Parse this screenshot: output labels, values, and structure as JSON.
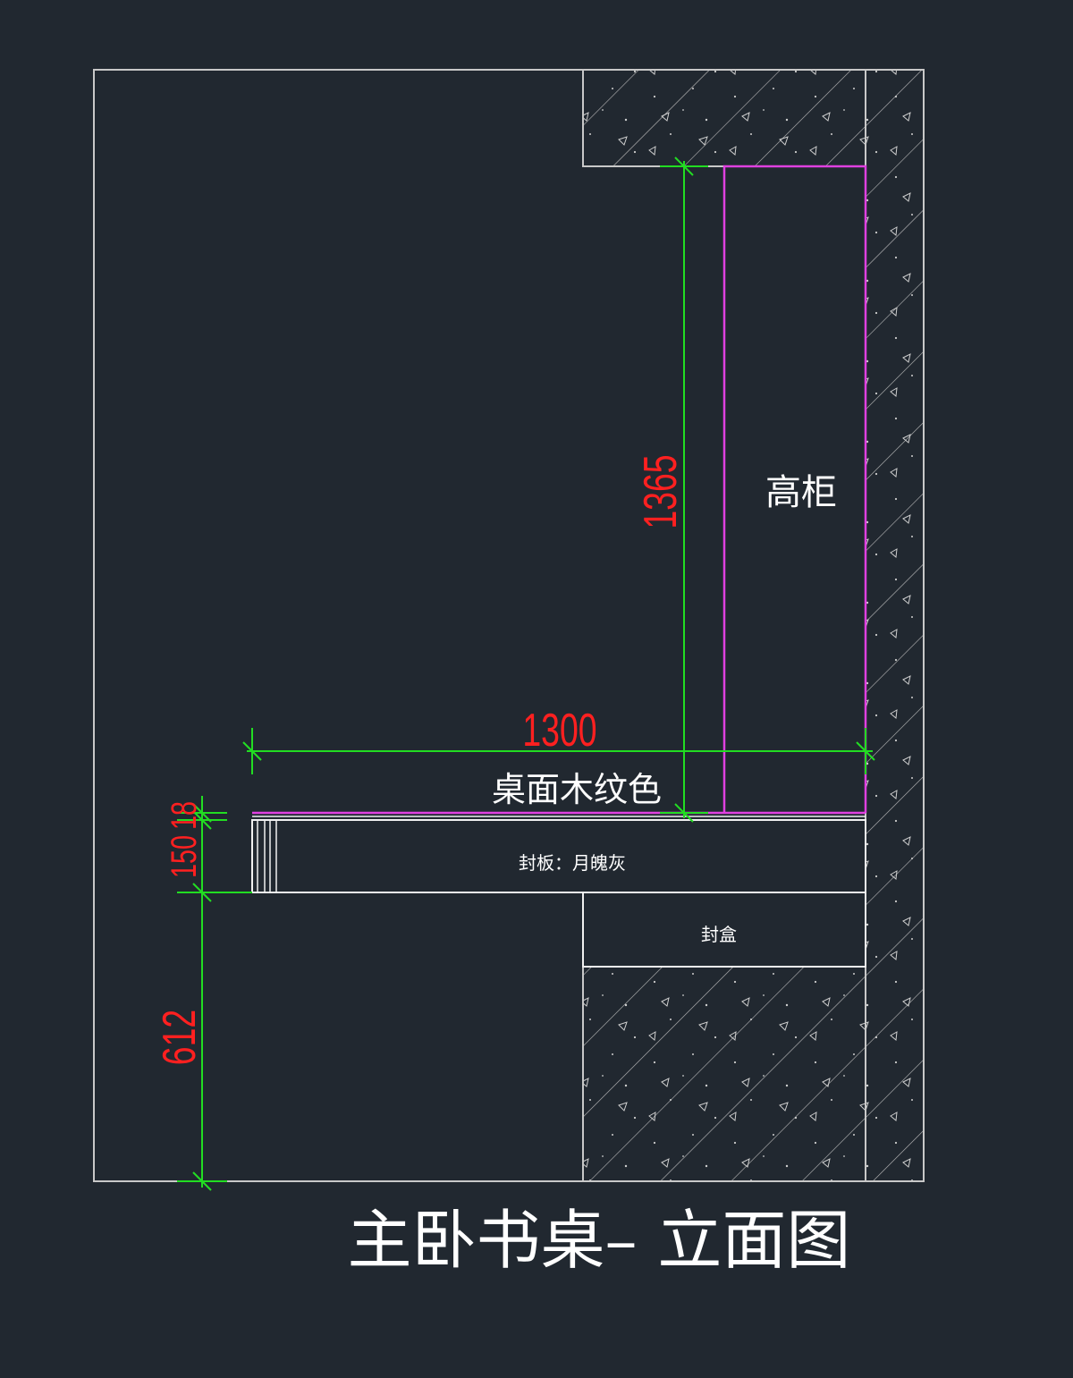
{
  "title": "主卧书桌– 立面图",
  "labels": {
    "tall_cabinet": "高柜",
    "desktop_finish": "桌面木纹色",
    "panel": "封板：月魄灰",
    "box": "封盒"
  },
  "dimensions": {
    "cabinet_height": "1365",
    "desk_width": "1300",
    "top_thickness": "18",
    "panel_height": "150",
    "lower_height": "612"
  },
  "colors": {
    "background": "#212830",
    "outline": "#c8c8c8",
    "cabinet": "#e040e0",
    "dimension_line": "#22dd22",
    "dimension_text": "#ff2020",
    "text": "#ffffff"
  }
}
